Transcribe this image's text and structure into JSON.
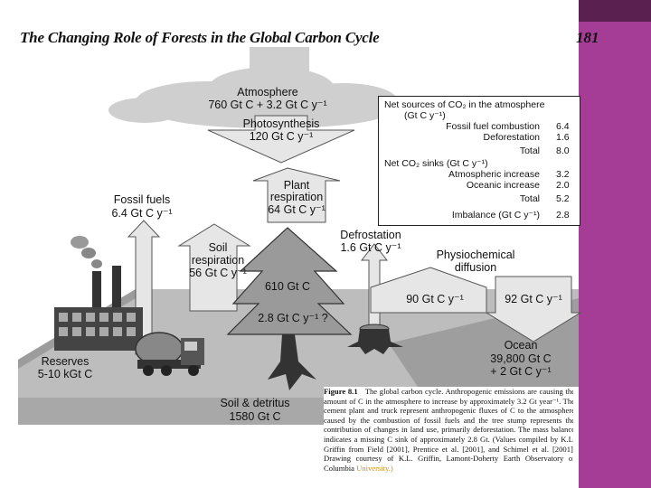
{
  "header": {
    "title": "The Changing Role of Forests in the Global Carbon Cycle",
    "page_number": "181"
  },
  "atmosphere": {
    "name": "Atmosphere",
    "value": "760 Gt C + 3.2 Gt C y⁻¹"
  },
  "photosynthesis": {
    "name": "Photosynthesis",
    "value": "120 Gt C y⁻¹"
  },
  "plant_respiration": {
    "line1": "Plant",
    "line2": "respiration",
    "value": "64 Gt C y⁻¹"
  },
  "fossil_fuels": {
    "name": "Fossil fuels",
    "value": "6.4 Gt C y⁻¹"
  },
  "soil_respiration": {
    "line1": "Soil",
    "line2": "respiration",
    "value": "56 Gt C y⁻¹"
  },
  "deforestation": {
    "name": "Defrostation",
    "value": "1.6 Gt C y⁻¹"
  },
  "physiochemical": {
    "line1": "Physiochemical",
    "line2": "diffusion"
  },
  "ocean_up": {
    "value": "90 Gt C y⁻¹"
  },
  "ocean_down": {
    "value": "92 Gt C y⁻¹"
  },
  "tree": {
    "stock": "610 Gt C",
    "sink": "2.8 Gt C y⁻¹ ?"
  },
  "reserves": {
    "name": "Reserves",
    "value": "5-10 kGt C"
  },
  "soil": {
    "name": "Soil & detritus",
    "value": "1580 Gt C"
  },
  "ocean": {
    "name": "Ocean",
    "value1": "39,800 Gt C",
    "value2": "+ 2 Gt C y⁻¹"
  },
  "legend": {
    "sources_title1": "Net sources of CO₂ in the atmosphere",
    "sources_title2": "(Gt C y⁻¹)",
    "fossil_label": "Fossil fuel combustion",
    "fossil_value": "6.4",
    "defor_label": "Deforestation",
    "defor_value": "1.6",
    "total1_label": "Total",
    "total1_value": "8.0",
    "sinks_title": "Net CO₂ sinks (Gt C y⁻¹)",
    "atm_label": "Atmospheric increase",
    "atm_value": "3.2",
    "oce_label": "Oceanic increase",
    "oce_value": "2.0",
    "total2_label": "Total",
    "total2_value": "5.2",
    "imb_label": "Imbalance (Gt C y⁻¹)",
    "imb_value": "2.8"
  },
  "caption": {
    "label": "Figure 8.1",
    "text": "The global carbon cycle. Anthropogenic emissions are causing the amount of C in the atmosphere to increase by approximately 3.2 Gt year⁻¹. The cement plant and truck represent anthropogenic fluxes of C to the atmosphere caused by the combustion of fossil fuels and the tree stump represents the contribution of changes in land use, primarily deforestation. The mass balance indicates a missing C sink of approximately 2.8 Gt. (Values compiled by K.L. Griffin from Field [2001], Prentice et al. [2001], and Schimel et al. [2001]. Drawing courtesy of K.L. Griffin, Lamont-Doherty Earth Observatory of Columbia",
    "university": "University.)"
  },
  "colors": {
    "side_band": "#a53c96",
    "ground": "#b4b4b4",
    "arrow_fill": "#e6e6e6",
    "tree": "#9a9a9a",
    "cloud": "#cfcfcf"
  }
}
